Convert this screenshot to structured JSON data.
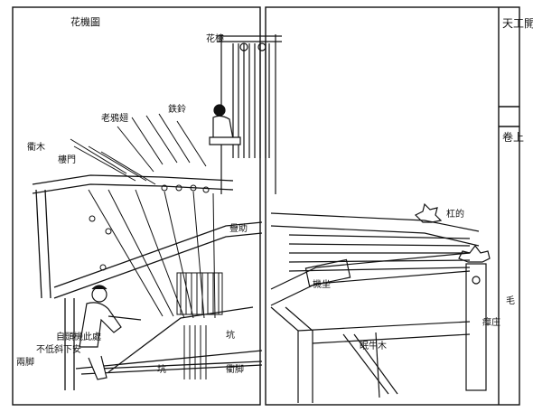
{
  "page": {
    "side_title": "天工開物",
    "side_volume": "卷上",
    "side_small": "毛"
  },
  "labels": {
    "figure_title": "花機圖",
    "hua_lou": "花樓",
    "tie_ling": "鉄鈴",
    "qu_lao_chi": "老鴉翅",
    "lou_men": "樓門",
    "die_zhu": "疊助",
    "chu_mu": "衢木",
    "jian_gang": "杠的",
    "jian_ju": "眠牛木",
    "ji_zuo": "機坐",
    "ping_zuo": "癉庄",
    "keng": "坑",
    "kui_jiao": "衢脚",
    "shu_mu": "坑",
    "note_col1": "自頭機此處",
    "note_col2": "不低斜下安",
    "note_col3": "兩脚"
  },
  "colors": {
    "ink": "#111111",
    "paper": "#ffffff"
  }
}
